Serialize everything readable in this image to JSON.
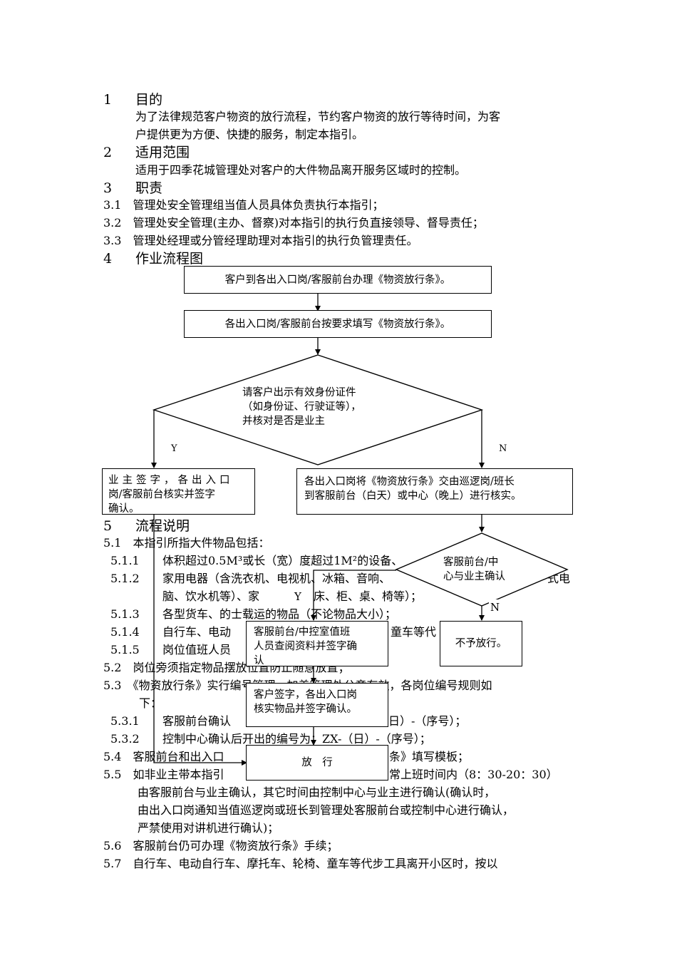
{
  "sections": {
    "s1": {
      "num": "1",
      "title": "目的",
      "body1": "为了法律规范客户物资的放行流程，节约客户物资的放行等待时间，为客",
      "body2": "户提供更为方便、快捷的服务，制定本指引。"
    },
    "s2": {
      "num": "2",
      "title": "适用范围",
      "body": "适用于四季花城管理处对客户的大件物品离开服务区域时的控制。"
    },
    "s3": {
      "num": "3",
      "title": "职责",
      "i1": "3.1　管理处安全管理组当值人员具体负责执行本指引；",
      "i2": "3.2　管理处安全管理(主办、督察)对本指引的执行负直接领导、督导责任；",
      "i3": "3.3　管理处经理或分管经理助理对本指引的执行负管理责任。"
    },
    "s4": {
      "num": "4",
      "title": "作业流程图"
    },
    "s5": {
      "num": "5",
      "title": "流程说明"
    }
  },
  "flow": {
    "box1": "客户到各出入口岗/客服前台办理《物资放行条》。",
    "box2": "各出入口岗/客服前台按要求填写《物资放行条》。",
    "diamond1_l1": "请客户出示有效身份证件",
    "diamond1_l2": "（如身份证、行驶证等），",
    "diamond1_l3": "并核对是否是业主",
    "label_y1": "Y",
    "label_n1": "N",
    "box_left_l1": "业主签字，各出入口",
    "box_left_l2": "岗/客服前台核实并签字",
    "box_left_l3": "确认。",
    "box_right_l1": "各出入口岗将《物资放行条》交由巡逻岗/班长",
    "box_right_l2": "到客服前台（白天）或中心（晚上）进行核实。",
    "diamond2_l1": "客服前台/中",
    "diamond2_l2": "心与业主确认",
    "label_y2": "Y",
    "label_n2": "N",
    "box_control_l1": "客服前台/中控室值班",
    "box_control_l2": "人员查阅资料并签字确",
    "box_control_l3": "认",
    "box_reject": "不予放行。",
    "box_sign_l1": "客户签字，各出入口岗",
    "box_sign_l2": "核实物品并签字确认。",
    "box_release": "放　行"
  },
  "body_lines": {
    "l51": "5.1　本指引所指大件物品包括：",
    "l511_num": "5.1.1",
    "l511": "体积超过0.5M³或长（宽）度超过1M²的设备、",
    "l512_num": "5.1.2",
    "l512a": "家用电器（含洗衣机、电视机、冰箱、音响、",
    "l512b": "式电",
    "l512c": "脑、饮水机等）、家",
    "l512d": "床、柜、桌、椅等）；",
    "l513_num": "5.1.3",
    "l513": "各型货车、的士载运的物品（不论物品大小）；",
    "l514_num": "5.1.4",
    "l514a": "自行车、电动",
    "l514b": "童车等代",
    "l515_num": "5.1.5",
    "l515": "岗位值班人员",
    "l52": "5.2　岗位旁须指定物品摆放位置防止随意放置；",
    "l53a": "5.3　《物资放行条》实行编号管理，加盖管理处公章有效，各岗位编号规则如",
    "l53b": "下：",
    "l531_num": "5.3.1",
    "l531a": "客服前台确认",
    "l531b": "日）-（序号）；",
    "l532_num": "5.3.2",
    "l532": "控制中心确认后开出的编号为：ZX-（日）-（序号）；",
    "l54a": "5.4　客服前台和出入口",
    "l54b": "条》填写模板；",
    "l55a": "5.5　如非业主带本指引",
    "l55b": "常上班时间内（8：30-20：30）",
    "l55c": "由客服前台与业主确认，其它时间由控制中心与业主进行确认(确认时，",
    "l55d": "由出入口岗通知当值巡逻岗或班长到管理处客服前台或控制中心进行确认，",
    "l55e": "严禁使用对讲机进行确认)；",
    "l56": "5.6　客服前台仍可办理《物资放行条》手续；",
    "l57": "5.7　自行车、电动自行车、摩托车、轮椅、童车等代步工具离开小区时，按以"
  }
}
